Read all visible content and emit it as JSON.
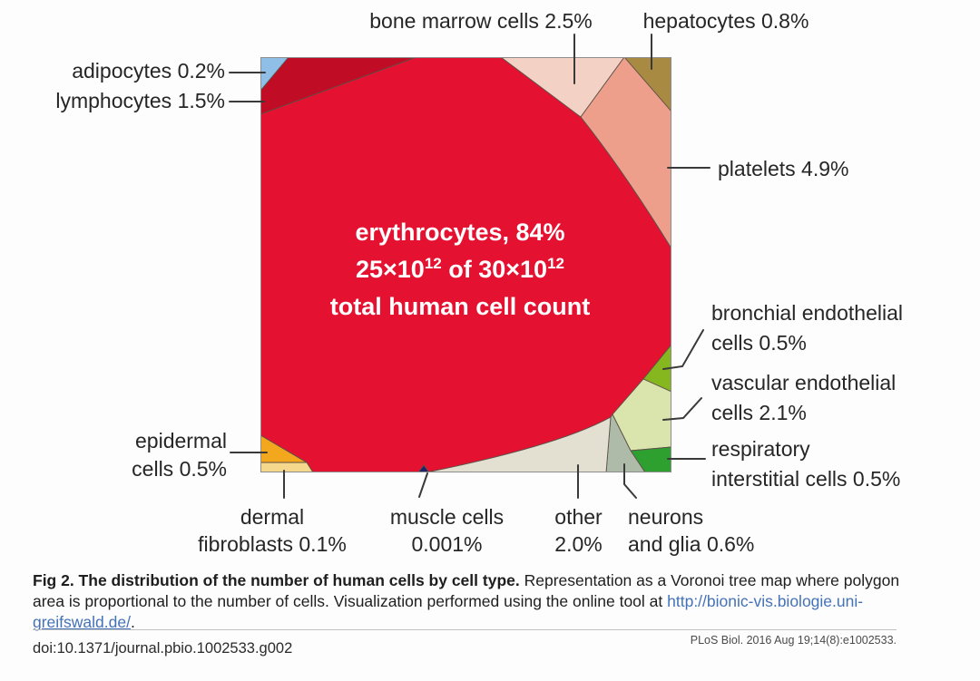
{
  "colors": {
    "erythrocytes": "#e41230",
    "lymphocytes": "#c00c24",
    "adipocytes": "#8fbee6",
    "bone_marrow": "#f3d1c5",
    "hepatocytes": "#a88a42",
    "platelets": "#ee9f8c",
    "bronchial": "#86b71e",
    "vascular": "#d9e5ad",
    "respiratory": "#2da02f",
    "neurons": "#aebba8",
    "other": "#e3e0d2",
    "epidermal": "#f3a71d",
    "dermal": "#f5d88b",
    "muscle": "#1e2266",
    "link": "#4472b8",
    "center_text": "#ffffff"
  },
  "treemap": {
    "labels": {
      "bone_marrow": "bone marrow cells 2.5%",
      "hepatocytes": "hepatocytes 0.8%",
      "adipocytes": "adipocytes 0.2%",
      "lymphocytes": "lymphocytes 1.5%",
      "platelets": "platelets 4.9%",
      "bronchial": "bronchial endothelial\ncells 0.5%",
      "vascular": "vascular endothelial\ncells 2.1%",
      "respiratory": "respiratory\ninterstitial cells 0.5%",
      "epidermal": "epidermal\ncells 0.5%",
      "dermal": "dermal\nfibroblasts 0.1%",
      "muscle": "muscle cells\n0.001%",
      "other": "other\n2.0%",
      "neurons": "neurons\nand glia 0.6%"
    },
    "center": {
      "line1": "erythrocytes, 84%",
      "l2a": "25×10",
      "l2s1": "12",
      "l2b": " of 30×10",
      "l2s2": "12",
      "line3": "total human cell count"
    }
  },
  "caption": {
    "bold": "Fig 2. The distribution of the number of human cells by cell type.",
    "rest1": " Representation as a Voronoi tree map where polygon",
    "line2": "area is proportional to the number of cells. Visualization performed using the online tool at ",
    "link1": "http://bionic-vis.biologie.uni-",
    "link2": "greifswald.de/",
    "after_link": "."
  },
  "footer": {
    "doi": "doi:10.1371/journal.pbio.1002533.g002",
    "journal_ref": "PLoS Biol. 2016 Aug 19;14(8):e1002533."
  },
  "chart_data": {
    "type": "pie",
    "variant": "voronoi-treemap",
    "title": "The distribution of the number of human cells by cell type",
    "unit": "%",
    "categories": [
      "erythrocytes",
      "platelets",
      "bone marrow cells",
      "vascular endothelial cells",
      "other",
      "lymphocytes",
      "hepatocytes",
      "neurons and glia",
      "bronchial endothelial cells",
      "respiratory interstitial cells",
      "epidermal cells",
      "adipocytes",
      "dermal fibroblasts",
      "muscle cells"
    ],
    "values": [
      84,
      4.9,
      2.5,
      2.1,
      2.0,
      1.5,
      0.8,
      0.6,
      0.5,
      0.5,
      0.5,
      0.2,
      0.1,
      0.001
    ],
    "colors_by_category": [
      "#e41230",
      "#ee9f8c",
      "#f3d1c5",
      "#d9e5ad",
      "#e3e0d2",
      "#c00c24",
      "#a88a42",
      "#aebba8",
      "#86b71e",
      "#2da02f",
      "#f3a71d",
      "#8fbee6",
      "#f5d88b",
      "#1e2266"
    ],
    "center_annotation": [
      "erythrocytes, 84%",
      "25×10^12 of 30×10^12",
      "total human cell count"
    ],
    "legend_position": "outside-callouts",
    "grid": false
  }
}
